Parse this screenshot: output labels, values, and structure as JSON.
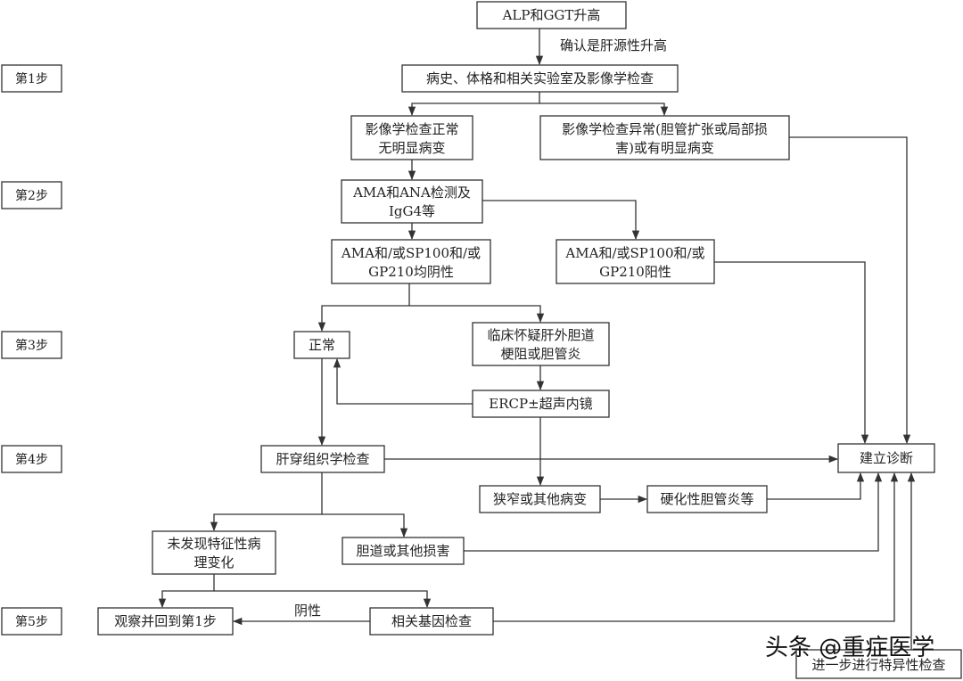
{
  "steps": [
    "第1步",
    "第2步",
    "第3步",
    "第4步",
    "第5步"
  ],
  "nodes": {
    "start": [
      "ALP和GGT升高"
    ],
    "history": [
      "病史、体格和相关实验室及影像学检查"
    ],
    "img_normal": [
      "影像学检查正常",
      "无明显病变"
    ],
    "img_abnormal": [
      "影像学检查异常(胆管扩张或局部损",
      "害)或有明显病变"
    ],
    "ama_ana": [
      "AMA和ANA检测及",
      "IgG4等"
    ],
    "ama_neg": [
      "AMA和/或SP100和/或",
      "GP210均阴性"
    ],
    "ama_pos": [
      "AMA和/或SP100和/或",
      "GP210阳性"
    ],
    "normal": [
      "正常"
    ],
    "suspect": [
      "临床怀疑肝外胆道",
      "梗阻或胆管炎"
    ],
    "ercp": [
      "ERCP±超声内镜"
    ],
    "biopsy": [
      "肝穿组织学检查"
    ],
    "diagnosis": [
      "建立诊断"
    ],
    "stricture": [
      "狭窄或其他病变"
    ],
    "psc": [
      "硬化性胆管炎等"
    ],
    "no_feature": [
      "未发现特征性病",
      "理变化"
    ],
    "bile_damage": [
      "胆道或其他损害"
    ],
    "observe": [
      "观察并回到第1步"
    ],
    "gene": [
      "相关基因检查"
    ],
    "further": [
      "进一步进行特异性检查"
    ]
  },
  "labels": {
    "confirm": "确认是肝源性升高",
    "negative": "阴性"
  },
  "watermark": "头条 @重症医学"
}
